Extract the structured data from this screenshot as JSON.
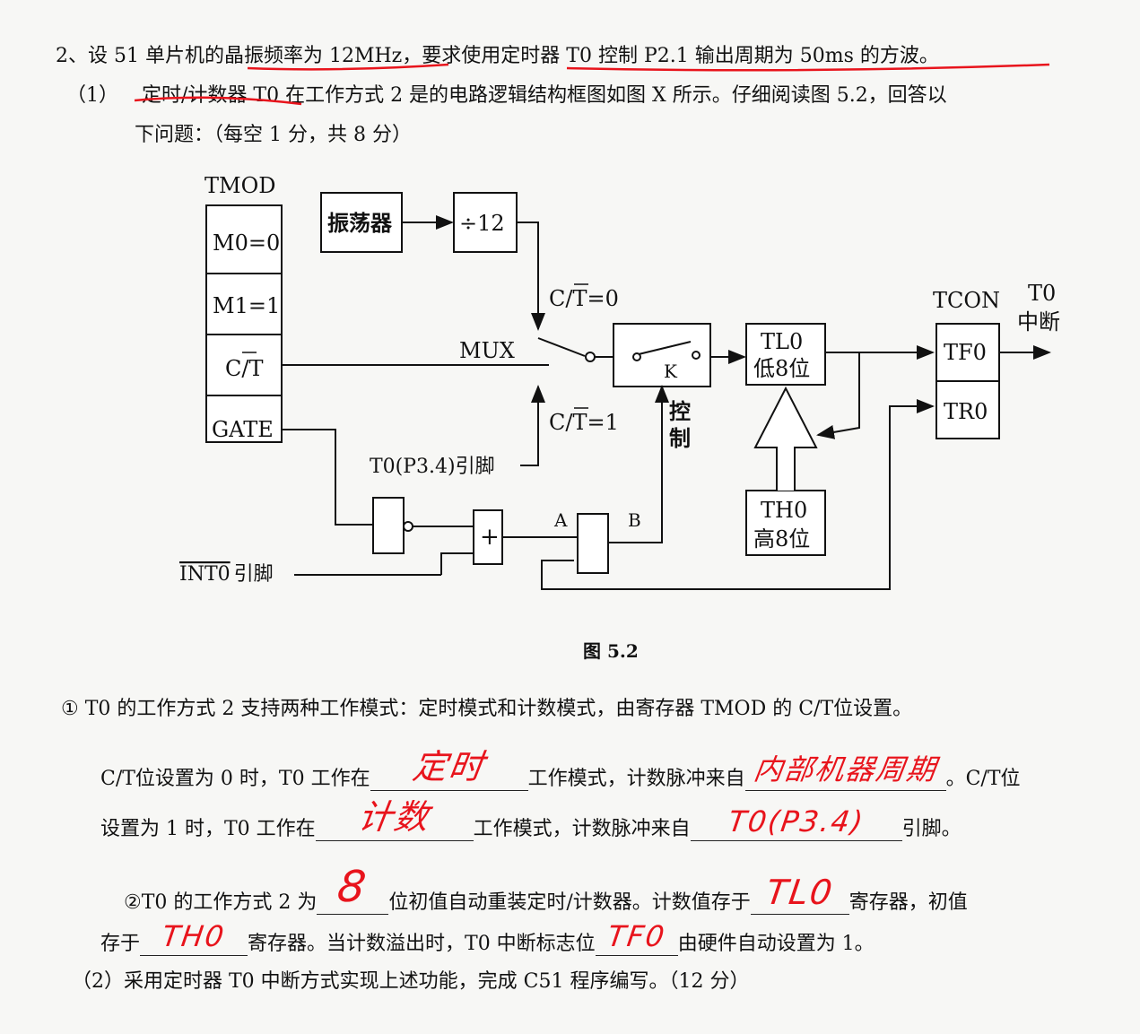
{
  "question": {
    "line1": {
      "prefix": "2、设 51 单片机的",
      "hl1": "晶振频率为 12MHz",
      "mid": "，要求使用",
      "hl2": "定时器 T0 控制 P2.1 输出周期为 50ms 的方波",
      "end": "。"
    },
    "line2": {
      "num": "（1）",
      "hl": "定时/计数器 T0",
      "rest": " 在工作方式 2 是的电路逻辑结构框图如图 X 所示。仔细阅读图 5.2，回答以"
    },
    "line3": "下问题：（每空 1 分，共 8 分）"
  },
  "diagram": {
    "tmod_title": "TMOD",
    "m0": "M0=0",
    "m1": "M1=1",
    "ct": "C/T",
    "gate": "GATE",
    "osc": "振荡器",
    "div": "÷12",
    "ct0": "C/T=0",
    "ct1": "C/T=1",
    "mux": "MUX",
    "k": "K",
    "ctrl": "控制",
    "t0pin": "T0(P3.4)引脚",
    "int0": "INT0",
    "int0_suffix": "引脚",
    "a": "A",
    "b": "B",
    "or_sym": "+",
    "tl0_1": "TL0",
    "tl0_2": "低8位",
    "th0_1": "TH0",
    "th0_2": "高8位",
    "tcon": "TCON",
    "tf0": "TF0",
    "tr0": "TR0",
    "t0int_1": "T0",
    "t0int_2": "中断",
    "caption": "图 5.2"
  },
  "answers": {
    "q1_line1": "① T0 的工作方式 2 支持两种工作模式：定时模式和计数模式，由寄存器 TMOD 的 C/T位设置。",
    "q1_l2a": "C/T位设置为 0 时，T0 工作在",
    "q1_l2b": "工作模式，计数脉冲来自",
    "q1_l2c": "。C/T位",
    "q1_l3a": "设置为 1 时，T0 工作在",
    "q1_l3b": "工作模式，计数脉冲来自",
    "q1_l3c": "引脚。",
    "q2_l1a": "②T0 的工作方式 2 为",
    "q2_l1b": "位初值自动重装定时/计数器。计数值存于",
    "q2_l1c": "寄存器，初值",
    "q2_l2a": "存于",
    "q2_l2b": "寄存器。当计数溢出时，T0 中断标志位",
    "q2_l2c": "由硬件自动设置为 1。",
    "q3": "（2）采用定时器 T0 中断方式实现上述功能，完成 C51 程序编写。（12 分）",
    "hw": {
      "mode0": "定时",
      "src0": "内部机器周期",
      "mode1": "计数",
      "src1": "T0(P3.4)",
      "bits": "8",
      "count_reg": "TL0",
      "init_reg": "TH0",
      "flag": "TF0"
    }
  },
  "colors": {
    "handwriting": "#e8141c",
    "ink": "#111111"
  }
}
